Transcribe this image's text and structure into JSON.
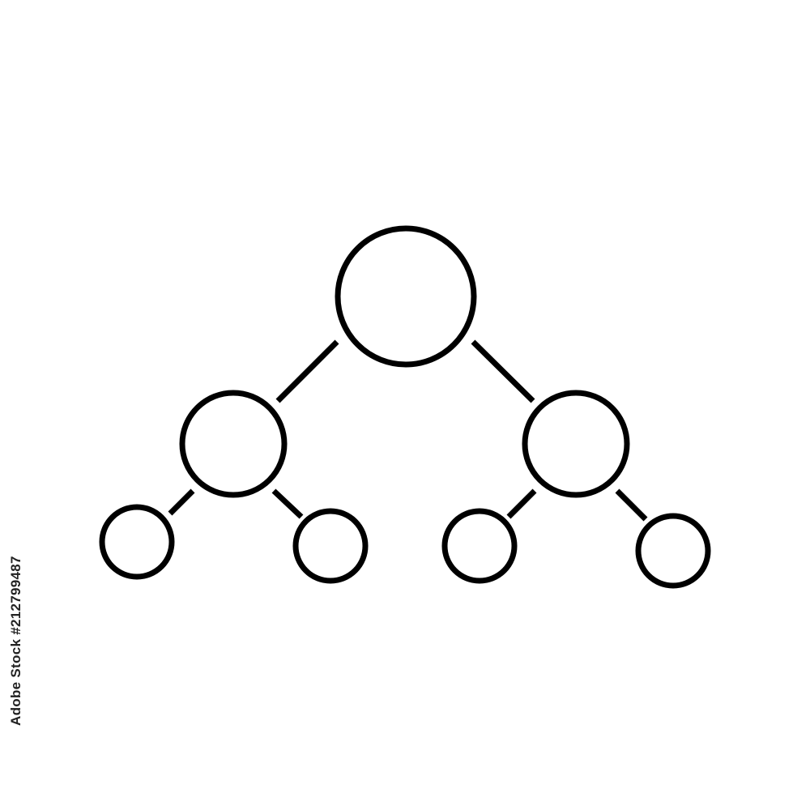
{
  "diagram": {
    "type": "tree",
    "stroke_color": "#000000",
    "fill_color": "#ffffff",
    "nodes": [
      {
        "id": "root",
        "level": 0
      },
      {
        "id": "left-child",
        "level": 1,
        "parent": "root"
      },
      {
        "id": "right-child",
        "level": 1,
        "parent": "root"
      },
      {
        "id": "left-left-leaf",
        "level": 2,
        "parent": "left-child"
      },
      {
        "id": "left-right-leaf",
        "level": 2,
        "parent": "left-child"
      },
      {
        "id": "right-left-leaf",
        "level": 2,
        "parent": "right-child"
      },
      {
        "id": "right-right-leaf",
        "level": 2,
        "parent": "right-child"
      }
    ]
  },
  "watermark": {
    "text": "Adobe Stock",
    "stock_id": "#212799487",
    "color": "#d9d9d9"
  }
}
